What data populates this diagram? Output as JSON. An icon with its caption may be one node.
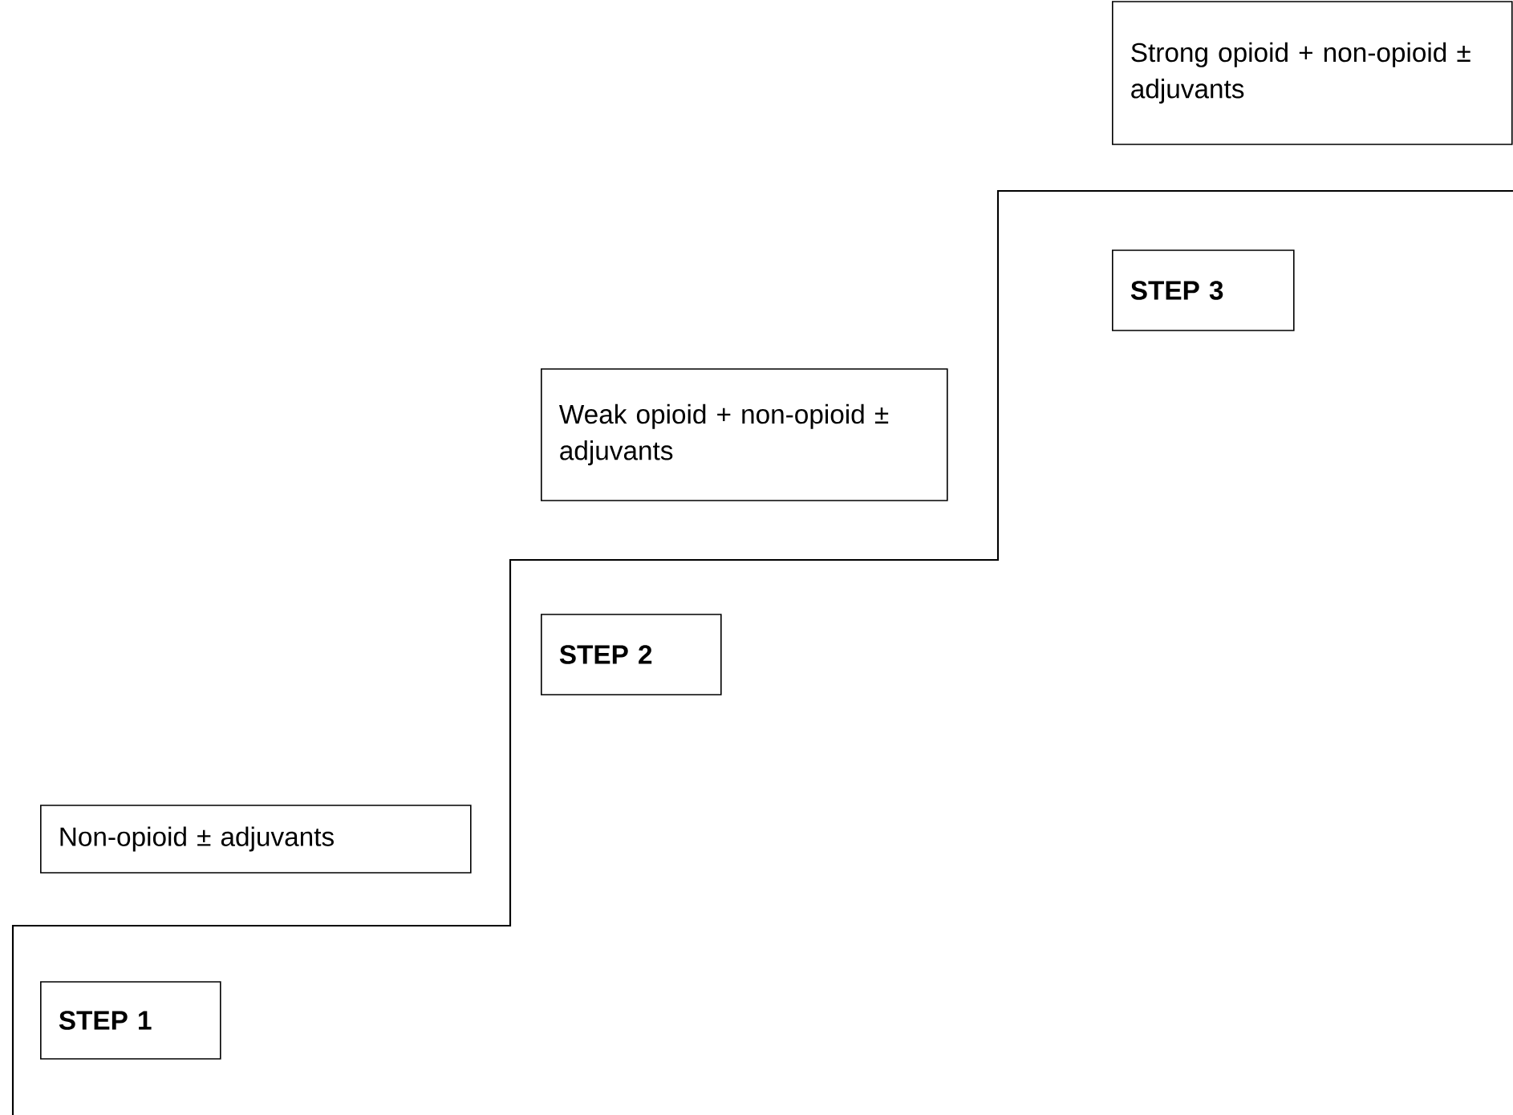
{
  "diagram": {
    "nodes": [
      {
        "text": [
          "Strong opioid + non-opioid ± adjuvants"
        ]
      },
      {
        "text": [
          "STEP 3"
        ]
      },
      {
        "text": [
          "Weak opioid + non-opioid ± adjuvants"
        ]
      },
      {
        "text": [
          "STEP 2"
        ]
      },
      {
        "text": [
          "Non-opioid ± adjuvants"
        ]
      },
      {
        "text": [
          "STEP 1"
        ]
      }
    ]
  }
}
